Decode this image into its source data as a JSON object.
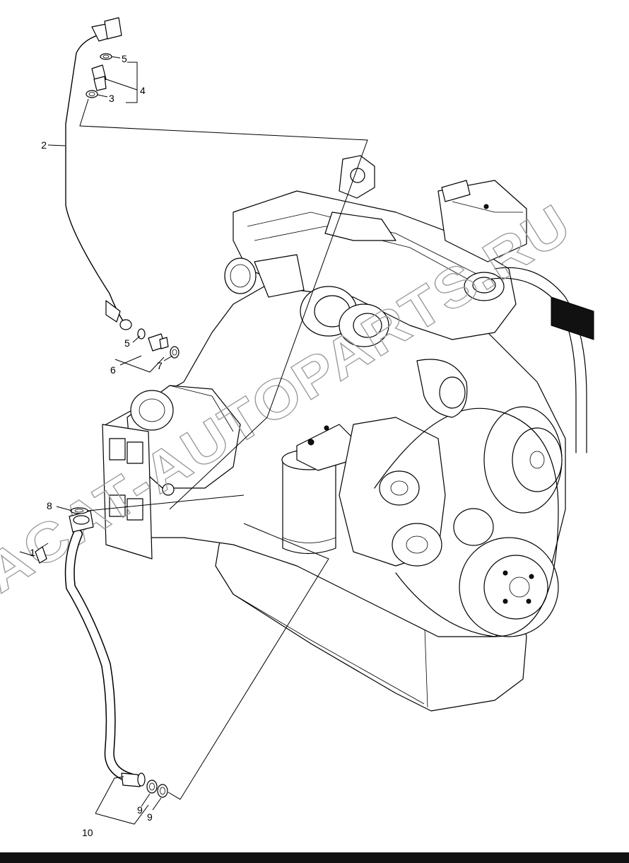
{
  "diagram": {
    "watermark": "ACAT-AUTOPARTS.RU",
    "callouts": [
      {
        "id": "c1",
        "label": "1"
      },
      {
        "id": "c2",
        "label": "2"
      },
      {
        "id": "c3",
        "label": "3"
      },
      {
        "id": "c4",
        "label": "4"
      },
      {
        "id": "c5a",
        "label": "5"
      },
      {
        "id": "c5b",
        "label": "5"
      },
      {
        "id": "c6",
        "label": "6"
      },
      {
        "id": "c7",
        "label": "7"
      },
      {
        "id": "c8",
        "label": "8"
      },
      {
        "id": "c9a",
        "label": "9"
      },
      {
        "id": "c9b",
        "label": "9"
      },
      {
        "id": "c10",
        "label": "10"
      }
    ]
  }
}
